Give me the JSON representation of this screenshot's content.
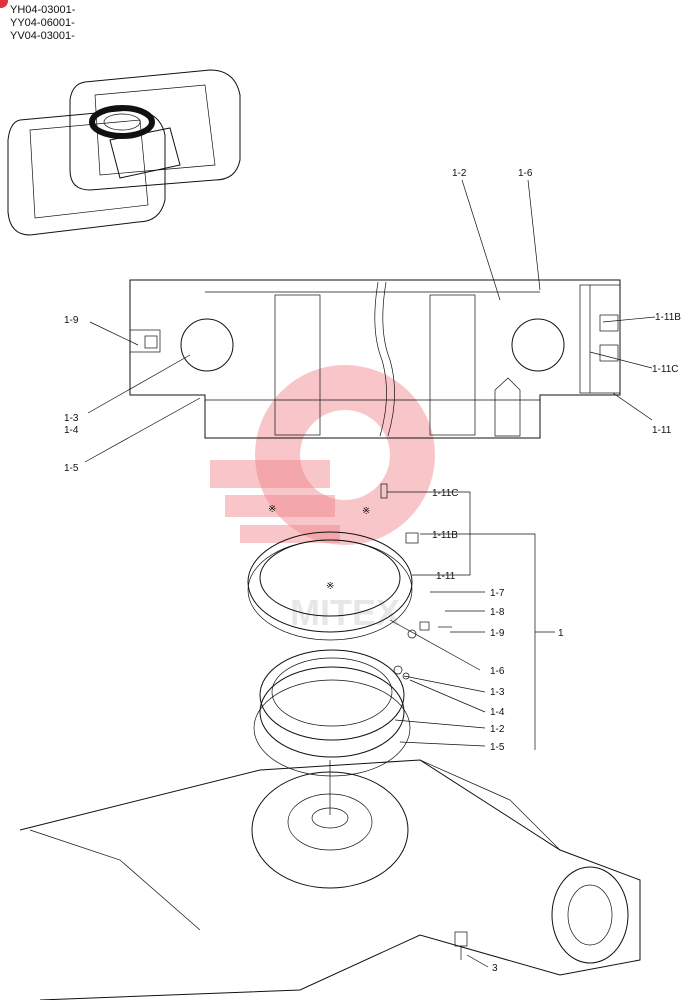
{
  "serials": [
    "YH04-03001-",
    "YY04-06001-",
    "YV04-03001-"
  ],
  "callouts": {
    "c1_2_top": "1-2",
    "c1_6_top": "1-6",
    "c1_9_left": "1-9",
    "c1_3_left": "1-3",
    "c1_4_left": "1-4",
    "c1_5_left": "1-5",
    "c1_11B_right": "1-11B",
    "c1_11C_right": "1-11C",
    "c1_11_right": "1-11",
    "c1_11C_mid": "1-11C",
    "c1_11B_mid": "1-11B",
    "c1_11_mid": "1-11",
    "c1_7": "1-7",
    "c1_8": "1-8",
    "c1_9": "1-9",
    "c1": "1",
    "c1_6": "1-6",
    "c1_3": "1-3",
    "c1_4": "1-4",
    "c1_2": "1-2",
    "c1_5": "1-5",
    "c3": "3"
  },
  "marks": {
    "ref_mark": "※"
  },
  "colors": {
    "line": "#111111",
    "watermark": "#f08088",
    "highlight": "#111111",
    "corner_badge": "#e0303a"
  },
  "icons": {
    "watermark": "gear-logo-icon",
    "corner": "badge-icon"
  }
}
